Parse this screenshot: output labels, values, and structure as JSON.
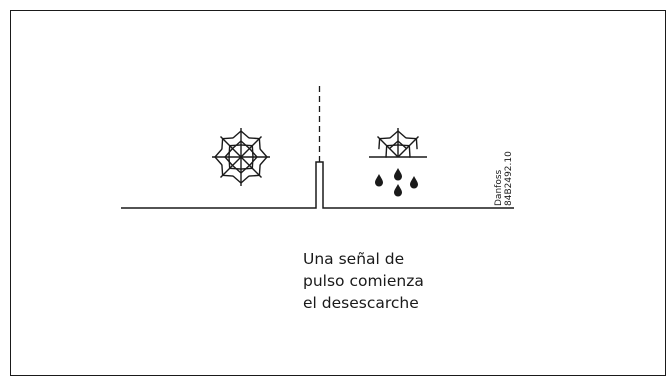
{
  "caption": {
    "lines": [
      "Una señal de",
      "pulso comienza",
      "el desescarche"
    ]
  },
  "reference": {
    "brand": "Danfoss",
    "code": "84B2492.10"
  },
  "icons": {
    "before": "snowflake-icon",
    "after": "melting-frost-icon",
    "drops": "water-drop-icon"
  },
  "colors": {
    "stroke": "#1a1a1a",
    "background": "#ffffff"
  }
}
